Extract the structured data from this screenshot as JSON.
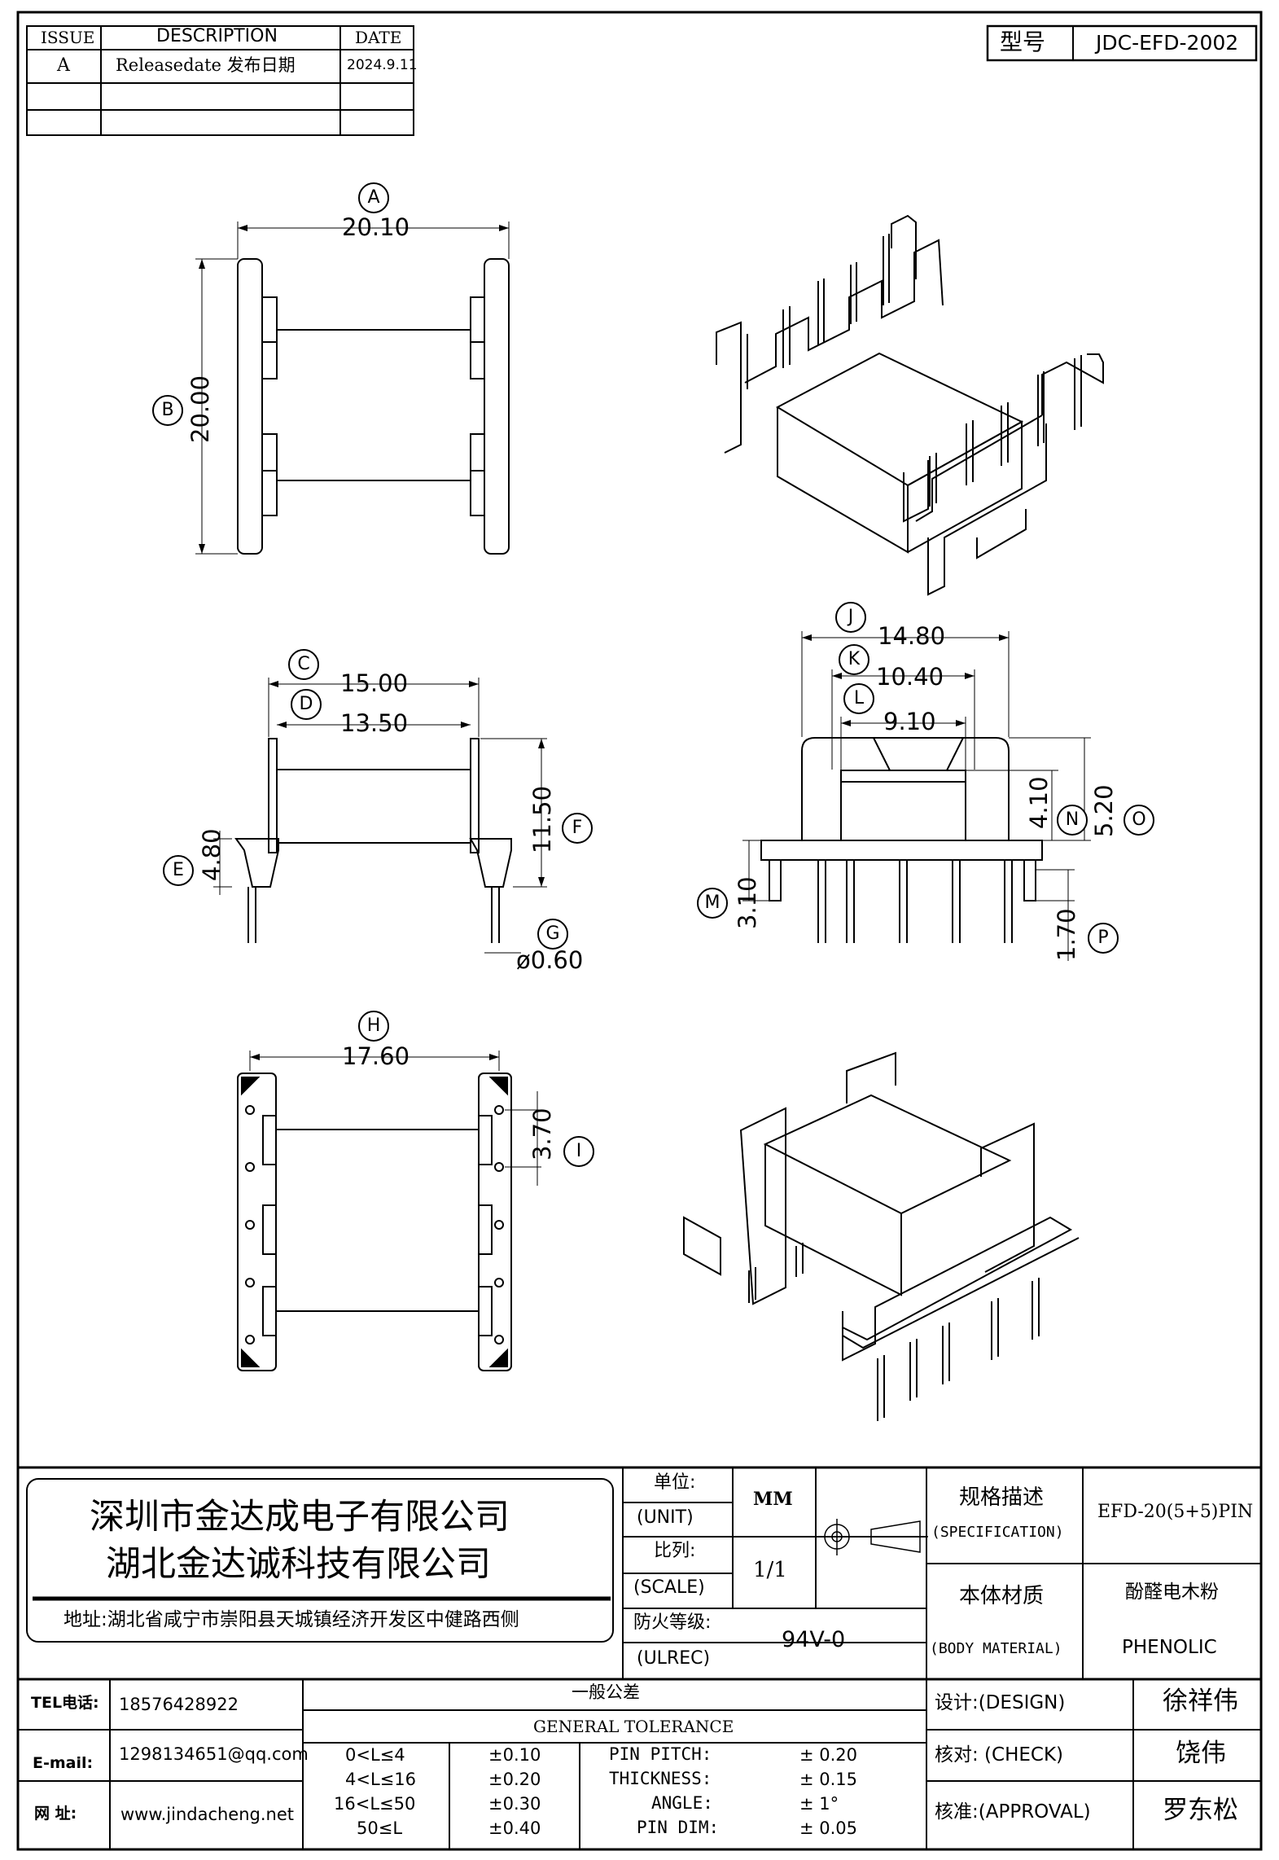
{
  "revision_table": {
    "headers": [
      "ISSUE",
      "DESCRIPTION",
      "DATE"
    ],
    "rows": [
      {
        "issue": "A",
        "description": "Releasedate 发布日期",
        "date": "2024.9.11"
      }
    ]
  },
  "model": {
    "label": "型号",
    "value": "JDC-EFD-2002"
  },
  "dimensions": [
    {
      "tag": "A",
      "value": "20.10"
    },
    {
      "tag": "B",
      "value": "20.00"
    },
    {
      "tag": "C",
      "value": "15.00"
    },
    {
      "tag": "D",
      "value": "13.50"
    },
    {
      "tag": "E",
      "value": "4.80"
    },
    {
      "tag": "F",
      "value": "11.50"
    },
    {
      "tag": "G",
      "value": "ø0.60"
    },
    {
      "tag": "H",
      "value": "17.60"
    },
    {
      "tag": "I",
      "value": "3.70"
    },
    {
      "tag": "J",
      "value": "14.80"
    },
    {
      "tag": "K",
      "value": "10.40"
    },
    {
      "tag": "L",
      "value": "9.10"
    },
    {
      "tag": "M",
      "value": "3.10"
    },
    {
      "tag": "N",
      "value": "4.10"
    },
    {
      "tag": "O",
      "value": "5.20"
    },
    {
      "tag": "P",
      "value": "1.70"
    }
  ],
  "company": {
    "name_1": "深圳市金达成电子有限公司",
    "name_2": "湖北金达诚科技有限公司",
    "address": "地址:湖北省咸宁市崇阳县天城镇经济开发区中健路西侧"
  },
  "title_block": {
    "unit_cn": "单位:",
    "unit_en": "(UNIT)",
    "unit_value": "MM",
    "scale_cn": "比列:",
    "scale_en": "(SCALE)",
    "scale_value": "1/1",
    "flame_cn": "防火等级:",
    "flame_en": "(ULREC)",
    "flame_value": "94V-0",
    "spec_cn": "规格描述",
    "spec_en": "(SPECIFICATION)",
    "spec_value": "EFD-20(5+5)PIN",
    "material_cn": "本体材质",
    "material_en": "(BODY MATERIAL)",
    "material_value_cn": "酚醛电木粉",
    "material_value_en": "PHENOLIC"
  },
  "contact": {
    "tel_label": "TEL电话:",
    "tel": "18576428922",
    "email_label": "E-mail:",
    "email": "1298134651@qq.com",
    "web_label": "网  址:",
    "web": "www.jindacheng.net"
  },
  "tolerance": {
    "title_cn": "一般公差",
    "title_en": "GENERAL TOLERANCE",
    "ranges": [
      {
        "range": "0<L≤4",
        "tol": "±0.10"
      },
      {
        "range": "4<L≤16",
        "tol": "±0.20"
      },
      {
        "range": "16<L≤50",
        "tol": "±0.30"
      },
      {
        "range": "50≤L",
        "tol": "±0.40"
      }
    ],
    "specials": [
      {
        "name": "PIN PITCH:",
        "tol": "±  0.20"
      },
      {
        "name": "THICKNESS:",
        "tol": "±  0.15"
      },
      {
        "name": "ANGLE:",
        "tol": "±  1°"
      },
      {
        "name": "PIN DIM:",
        "tol": "±  0.05"
      }
    ]
  },
  "approvals": {
    "design_label": "设计:(DESIGN)",
    "design_name": "徐祥伟",
    "check_label": "核对: (CHECK)",
    "check_name": "饶伟",
    "approval_label": "核准:(APPROVAL)",
    "approval_name": "罗东松"
  }
}
